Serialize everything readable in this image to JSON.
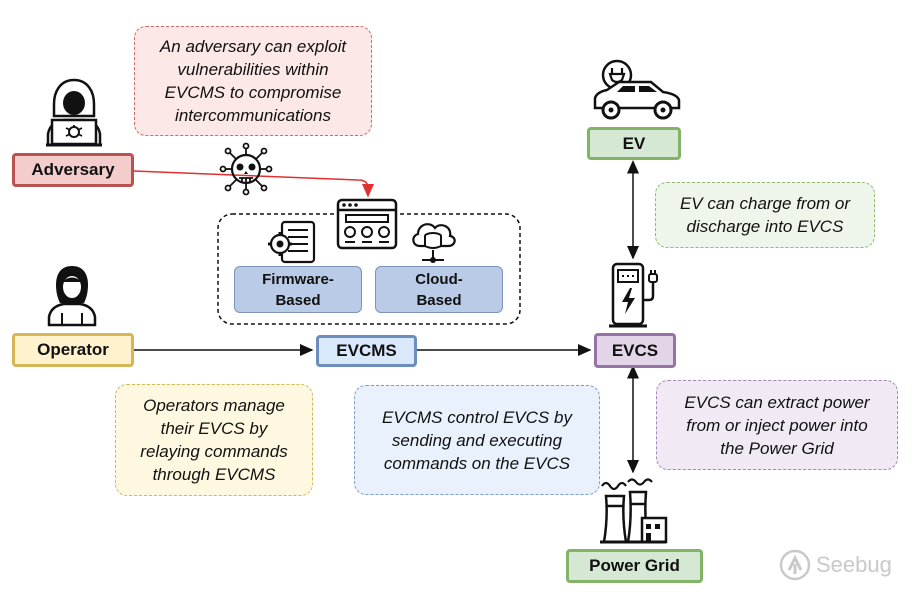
{
  "nodes": {
    "adversary": "Adversary",
    "operator": "Operator",
    "evcms": "EVCMS",
    "evcs": "EVCS",
    "ev": "EV",
    "power_grid": "Power Grid",
    "firmware": "Firmware-\nBased",
    "cloud": "Cloud-\nBased"
  },
  "notes": {
    "adversary": "An adversary can exploit\nvulnerabilities within\nEVCMS to compromise\nintercommunications",
    "ev": "EV can charge from or\ndischarge into EVCS",
    "operators": "Operators manage\ntheir EVCS by\nrelaying commands\nthrough EVCMS",
    "evcms": "EVCMS control EVCS by\nsending and executing\ncommands on the EVCS",
    "evcs": "EVCS can extract power\nfrom or inject power into\nthe Power Grid"
  },
  "icons": [
    "hacker-icon",
    "skull-bug-icon",
    "operator-person-icon",
    "web-dashboard-icon",
    "firmware-chip-icon",
    "cloud-database-icon",
    "electric-car-icon",
    "charging-station-icon",
    "power-plant-icon",
    "seebug-logo-icon"
  ],
  "watermark": "Seebug",
  "colors": {
    "adversary_fill": "#f4cccc",
    "adversary_border": "#b85450",
    "operator_fill": "#fff2cc",
    "operator_border": "#d6b656",
    "evcms_fill": "#dae8fc",
    "evcms_border": "#6c8ebf",
    "evcs_fill": "#e1d5e7",
    "evcs_border": "#9673a6",
    "green_fill": "#d5e8d4",
    "green_border": "#82b366",
    "attack_arrow": "#e03030"
  }
}
